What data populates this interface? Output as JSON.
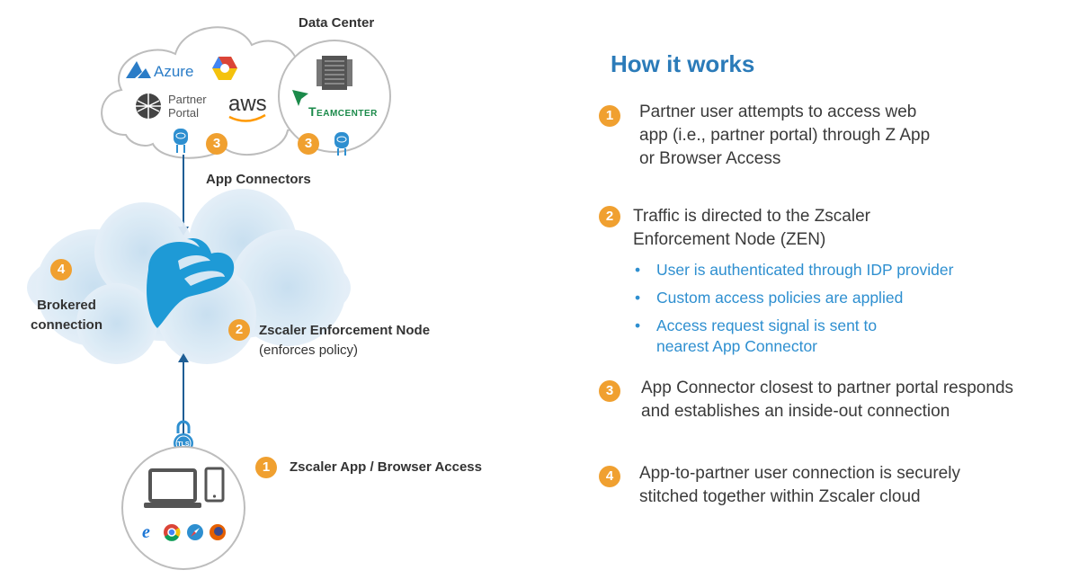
{
  "diagram": {
    "data_center_label": "Data Center",
    "cloud_providers": {
      "azure": "Azure",
      "partner_portal_line1": "Partner",
      "partner_portal_line2": "Portal",
      "aws": "aws",
      "teamcenter": "Teamcenter"
    },
    "app_connectors_label": "App Connectors",
    "badge_3a": "3",
    "badge_3b": "3",
    "badge_4": "4",
    "brokered_line1": "Brokered",
    "brokered_line2": "connection",
    "badge_2": "2",
    "zen_label": "Zscaler Enforcement Node",
    "zen_sub": "(enforces policy)",
    "tls_label": "TLS",
    "badge_1": "1",
    "client_label": "Zscaler App / Browser Access"
  },
  "how_it_works": {
    "title": "How it works",
    "steps": [
      {
        "num": "1",
        "lines": [
          "Partner user attempts to access web",
          "app (i.e., partner portal) through Z App",
          "or Browser Access"
        ]
      },
      {
        "num": "2",
        "lines": [
          "Traffic is directed to the Zscaler",
          "Enforcement Node (ZEN)"
        ],
        "bullets": [
          "User is authenticated through IDP provider",
          "Custom access policies are applied",
          "Access request signal is sent to",
          "nearest App Connector"
        ]
      },
      {
        "num": "3",
        "lines": [
          "App Connector closest to partner portal responds",
          "and establishes an inside-out connection"
        ]
      },
      {
        "num": "4",
        "lines": [
          "App-to-partner user connection is securely",
          "stitched together within Zscaler cloud"
        ]
      }
    ],
    "bullet_char": "•"
  },
  "colors": {
    "accent_blue": "#2b7bb9",
    "badge_orange": "#f0a030",
    "bullet_blue": "#2e8fd0",
    "zscaler_blue": "#1e9ad6"
  }
}
